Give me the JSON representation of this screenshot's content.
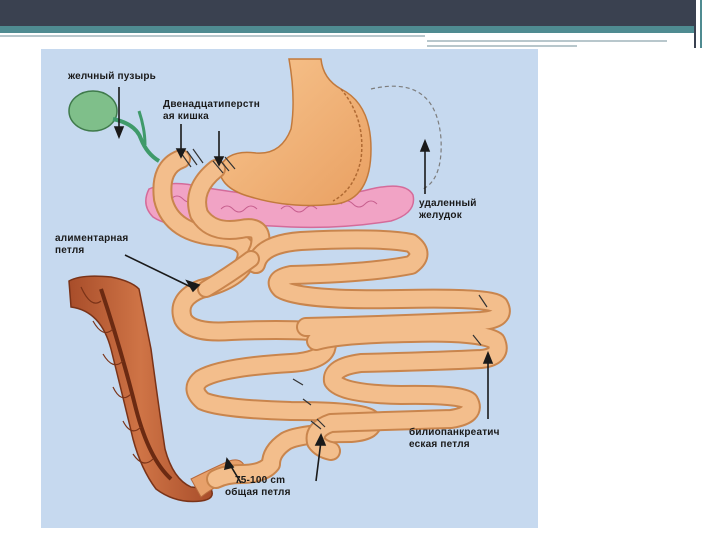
{
  "labels": {
    "gallbladder": "желчный пузырь",
    "duodenum_line1": "Двенадцатиперстн",
    "duodenum_line2": "ая кишка",
    "removed_stomach_line1": "удаленный",
    "removed_stomach_line2": "желудок",
    "alimentary_line1": "алиментарная",
    "alimentary_line2": "петля",
    "biliopancreatic_line1": "билиопанкреатич",
    "biliopancreatic_line2": "еская петля",
    "common_line1": "75-100 cm",
    "common_line2": "общая петля"
  },
  "colors": {
    "background": "#c6d9ef",
    "intestine": "#f2b883",
    "stomach": "#f4b778",
    "pancreas": "#f0a0c4",
    "gallbladder": "#7fbf8a",
    "colon": "#c2643a"
  }
}
